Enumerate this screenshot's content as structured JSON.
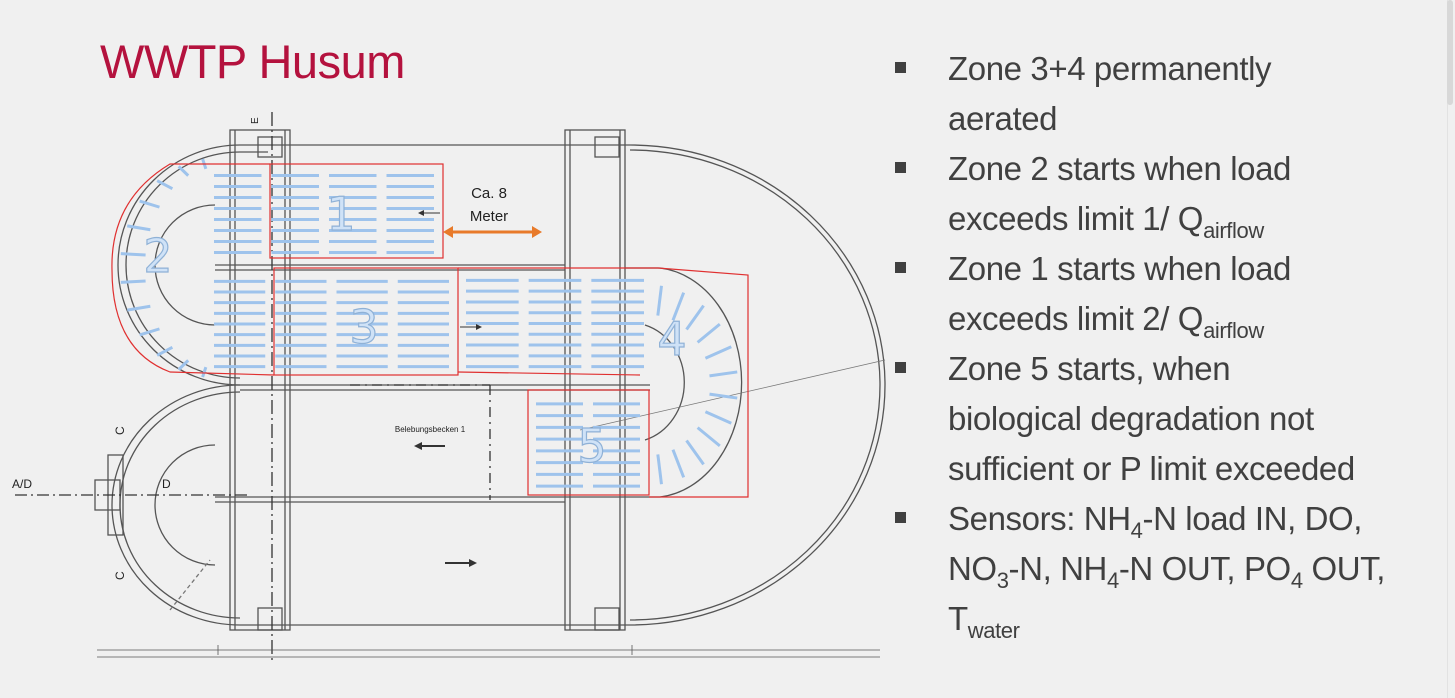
{
  "slide": {
    "title": "WWTP Husum"
  },
  "bullets": [
    {
      "lines": [
        "Zone 3+4 permanently",
        "aerated"
      ]
    },
    {
      "lines": [
        "Zone 2 starts when load",
        "exceeds limit 1/ Q"
      ],
      "sub": "airflow"
    },
    {
      "lines": [
        "Zone 1 starts when load",
        "exceeds limit 2/ Q"
      ],
      "sub": "airflow"
    },
    {
      "lines": [
        "Zone 5 starts, when",
        "biological degradation not",
        "sufficient or P limit exceeded"
      ]
    },
    {
      "segments": {
        "a": "Sensors: NH",
        "a_sub": "4",
        "b": "-N load IN, DO,",
        "c": "NO",
        "c_sub": "3",
        "d": "-N, NH",
        "d_sub": "4",
        "e": "-N OUT, PO",
        "e_sub": "4",
        "f": " OUT,",
        "g": "T",
        "g_sub": "water"
      }
    }
  ],
  "diagram": {
    "zones": [
      "1",
      "2",
      "3",
      "4",
      "5"
    ],
    "distance_label_1": "Ca. 8",
    "distance_label_2": "Meter",
    "basin_label": "Belebungsbecken 1",
    "section_labels": {
      "ad": "A/D",
      "d": "D",
      "c1": "C",
      "c2": "C",
      "e": "E"
    },
    "colors": {
      "zone_outline": "#e03030",
      "aerator": "#9ec3ec",
      "distance_arrow": "#e87a2a",
      "title": "#b4123e"
    }
  }
}
